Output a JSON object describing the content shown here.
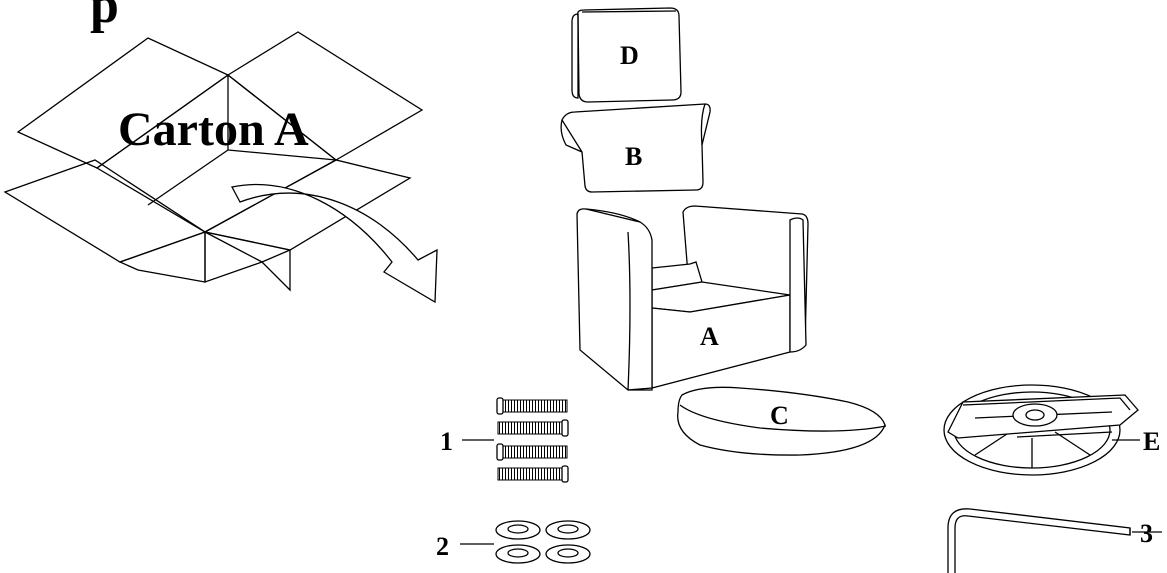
{
  "header": {
    "title_fragment": "p"
  },
  "carton": {
    "label": "Carton A"
  },
  "parts": {
    "D": "D",
    "B": "B",
    "A": "A",
    "C": "C",
    "E": "E"
  },
  "hardware": {
    "item1": "1",
    "item2": "2",
    "item3": "3"
  }
}
